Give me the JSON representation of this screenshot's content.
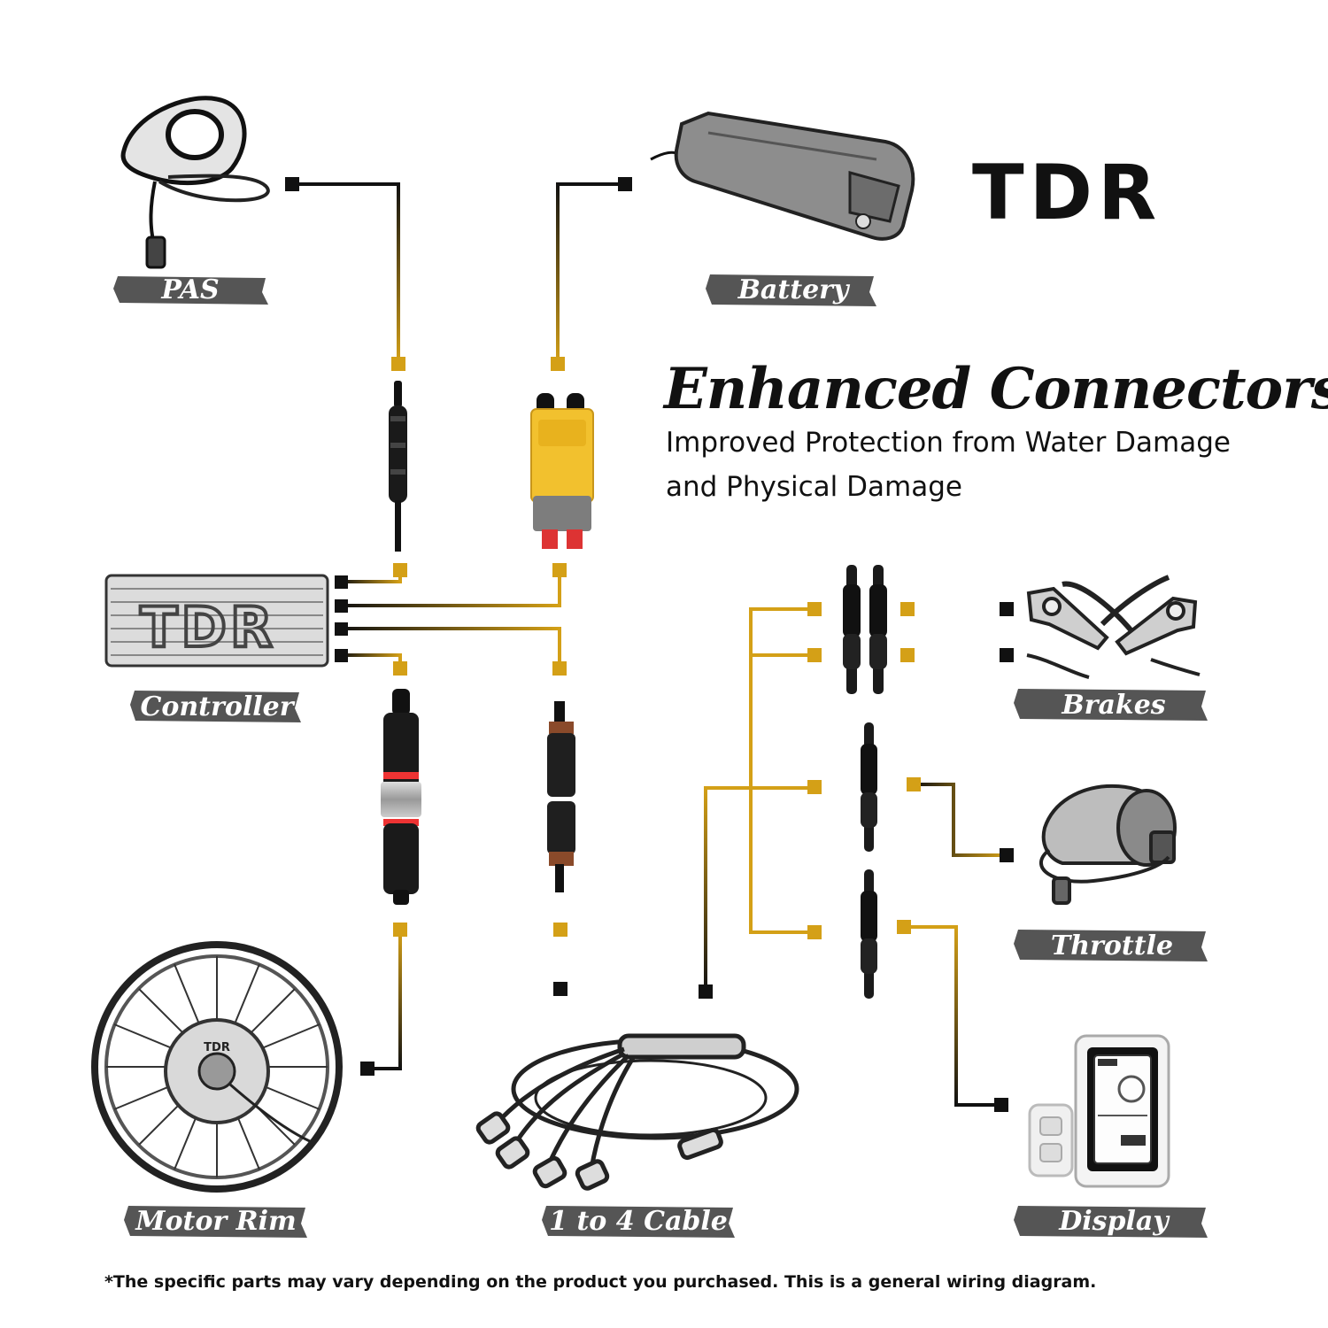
{
  "brand": {
    "logo_text": "TDR",
    "hub_mark": "TDR"
  },
  "heading": {
    "title": "Enhanced Connectors",
    "subtitle_line1": "Improved Protection from Water Damage",
    "subtitle_line2": "and Physical Damage"
  },
  "components": {
    "pas": "PAS",
    "battery": "Battery",
    "controller": "Controller",
    "brakes": "Brakes",
    "throttle": "Throttle",
    "motor_rim": "Motor Rim",
    "cable": "1 to 4 Cable",
    "display": "Display"
  },
  "footnote": "*The specific parts may vary depending on the product you purchased. This is a general wiring diagram.",
  "colors": {
    "wire_gold": "#d4a017",
    "wire_dark": "#111111",
    "label_bg": "#555555",
    "connector_yellow": "#f2c12e"
  },
  "icons": {
    "pas": "pas-sensor-icon",
    "battery": "battery-pack-icon",
    "controller": "controller-box-icon",
    "brakes": "brake-levers-icon",
    "throttle": "thumb-throttle-icon",
    "motor_rim": "motor-wheel-icon",
    "cable": "cable-harness-icon",
    "display": "lcd-display-icon"
  }
}
